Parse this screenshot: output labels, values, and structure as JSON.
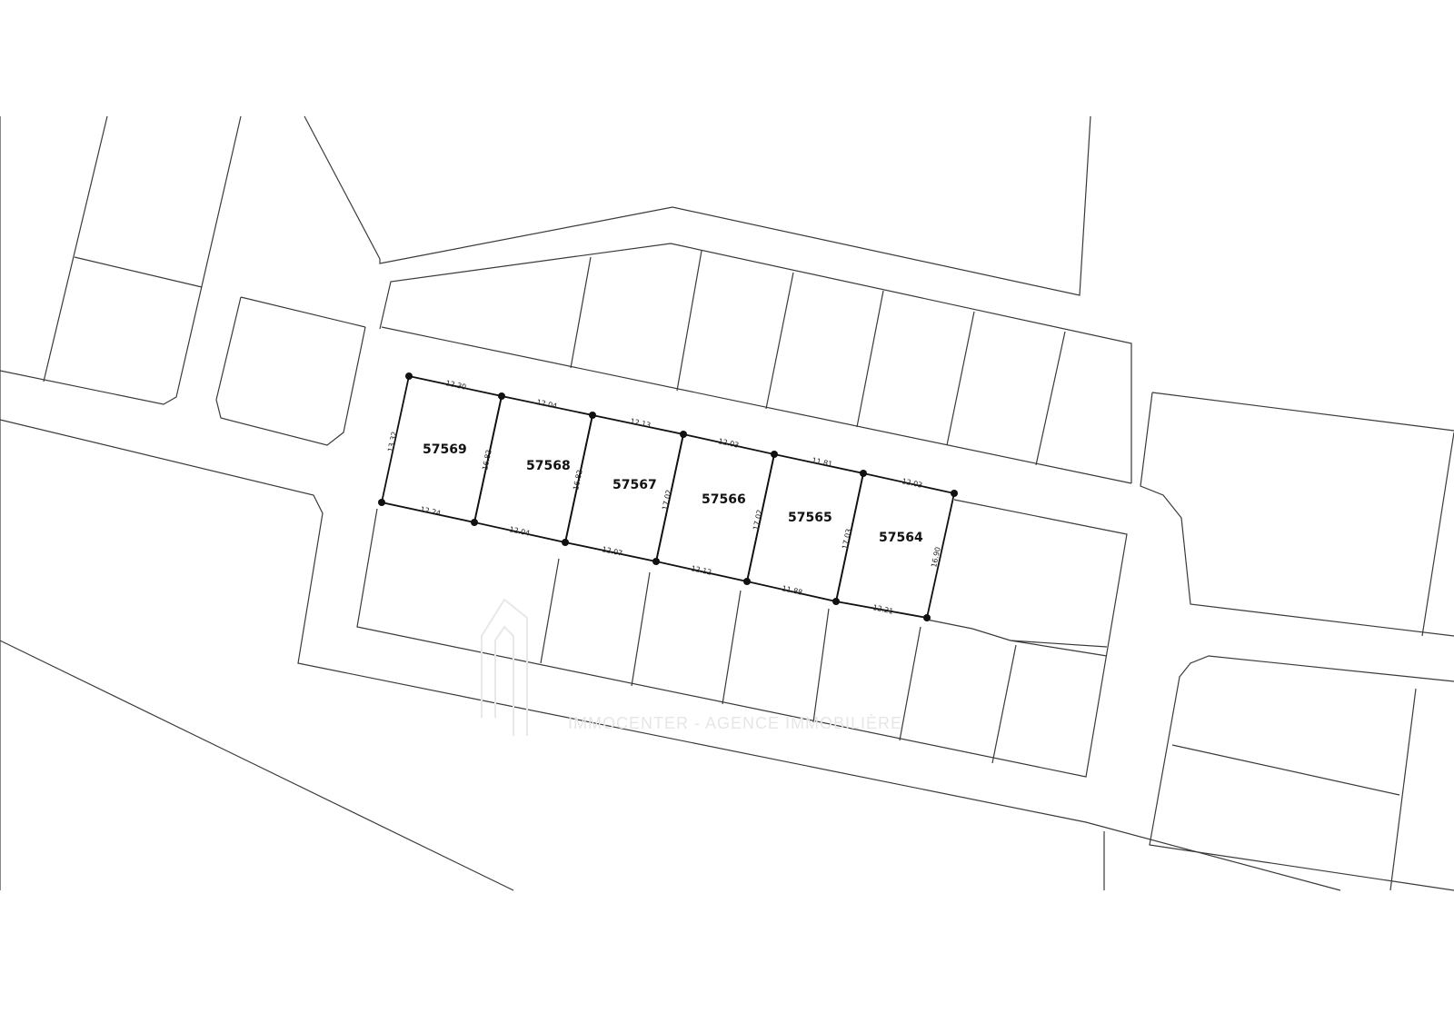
{
  "map": {
    "lots": [
      {
        "id": "57569",
        "top_dim": "12.30",
        "bottom_dim": "12.24",
        "left_dim": "13.32",
        "right_dim": "16.82"
      },
      {
        "id": "57568",
        "top_dim": "12.04",
        "bottom_dim": "12.04",
        "left_dim": "16.82",
        "right_dim": "16.82"
      },
      {
        "id": "57567",
        "top_dim": "12.13",
        "bottom_dim": "12.07",
        "left_dim": "16.82",
        "right_dim": "17.02"
      },
      {
        "id": "57566",
        "top_dim": "12.03",
        "bottom_dim": "12.12",
        "left_dim": "17.02",
        "right_dim": "17.02"
      },
      {
        "id": "57565",
        "top_dim": "11.81",
        "bottom_dim": "11.88",
        "left_dim": "17.02",
        "right_dim": "17.03"
      },
      {
        "id": "57564",
        "top_dim": "12.03",
        "bottom_dim": "12.21",
        "left_dim": "17.03",
        "right_dim": "16.90"
      }
    ]
  },
  "watermark": {
    "text": "IMMOCENTER - AGENCE IMMOBILIÈRE",
    "icon": "building-logo-icon"
  },
  "colors": {
    "line": "#3a3a3a",
    "parcel": "#111111",
    "watermark": "#e6e6e6"
  }
}
